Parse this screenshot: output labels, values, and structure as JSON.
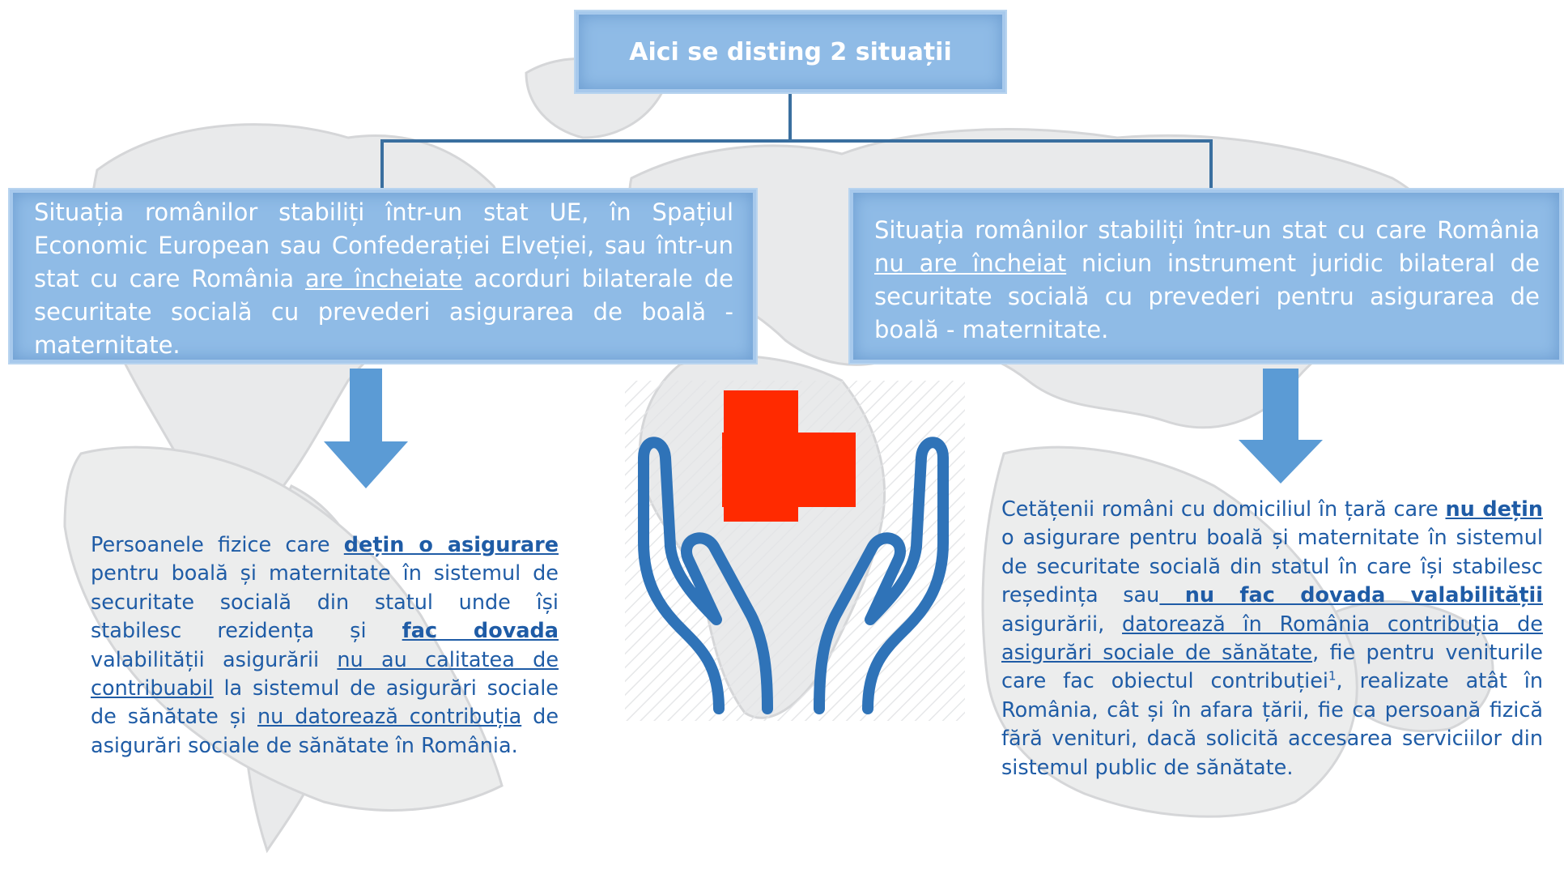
{
  "title": "Aici se disting 2 situații",
  "left_situation": {
    "text_1": " Situația românilor stabiliți într-un stat UE, în Spațiul Economic European sau Confederației Elveției, sau într-un stat cu care România ",
    "text_2": "are încheiate",
    "text_3": " acorduri bilaterale de securitate socială cu prevederi asigurarea de boală - maternitate."
  },
  "right_situation": {
    "text_1": "Situația românilor stabiliți într-un stat cu care România ",
    "text_2": "nu are încheiat",
    "text_3": " niciun instrument juridic bilateral de securitate socială cu prevederi pentru asigurarea de boală - maternitate."
  },
  "left_description": {
    "p1": "Persoanele fizice care ",
    "p2": "dețin o asigurare",
    "p3": " pentru boală și maternitate în sistemul de securitate socială din statul unde își stabilesc rezidența și ",
    "p4": "fac dovada",
    "p5": " valabilității asigurării ",
    "p6": "nu au calitatea de contribuabil",
    "p7": " la sistemul de asigurări sociale de sănătate și ",
    "p8": "nu datorează contribuția",
    "p9": " de asigurări sociale de sănătate în România."
  },
  "right_description": {
    "p1": "Cetățenii români cu domiciliul în țară care ",
    "p2": "nu dețin",
    "p3": " o asigurare pentru boală și maternitate în sistemul de securitate socială din statul în care își stabilesc reședința sau",
    "p4": " nu fac dovada valabilității",
    "p5": " asigurării, ",
    "p6": "datorează în România contribuția de asigurări sociale de sănătate",
    "p7": ", fie pentru veniturile care fac obiectul contribuției",
    "p8": "1",
    "p9": ", realizate atât în România, cât și în afara țării, fie ca persoană fizică fără venituri, dacă solicită accesarea serviciilor din sistemul public de sănătate."
  },
  "colors": {
    "box_fill": "#8fbbe6",
    "arrow": "#5b9bd5",
    "connector": "#3a6f9f",
    "cross": "#ff2a00",
    "hands": "#2f73b8",
    "description_text": "#1f5ca6"
  },
  "icons": [
    "medical-cross-icon",
    "caring-hands-icon",
    "world-map-background",
    "down-arrow-icon"
  ]
}
